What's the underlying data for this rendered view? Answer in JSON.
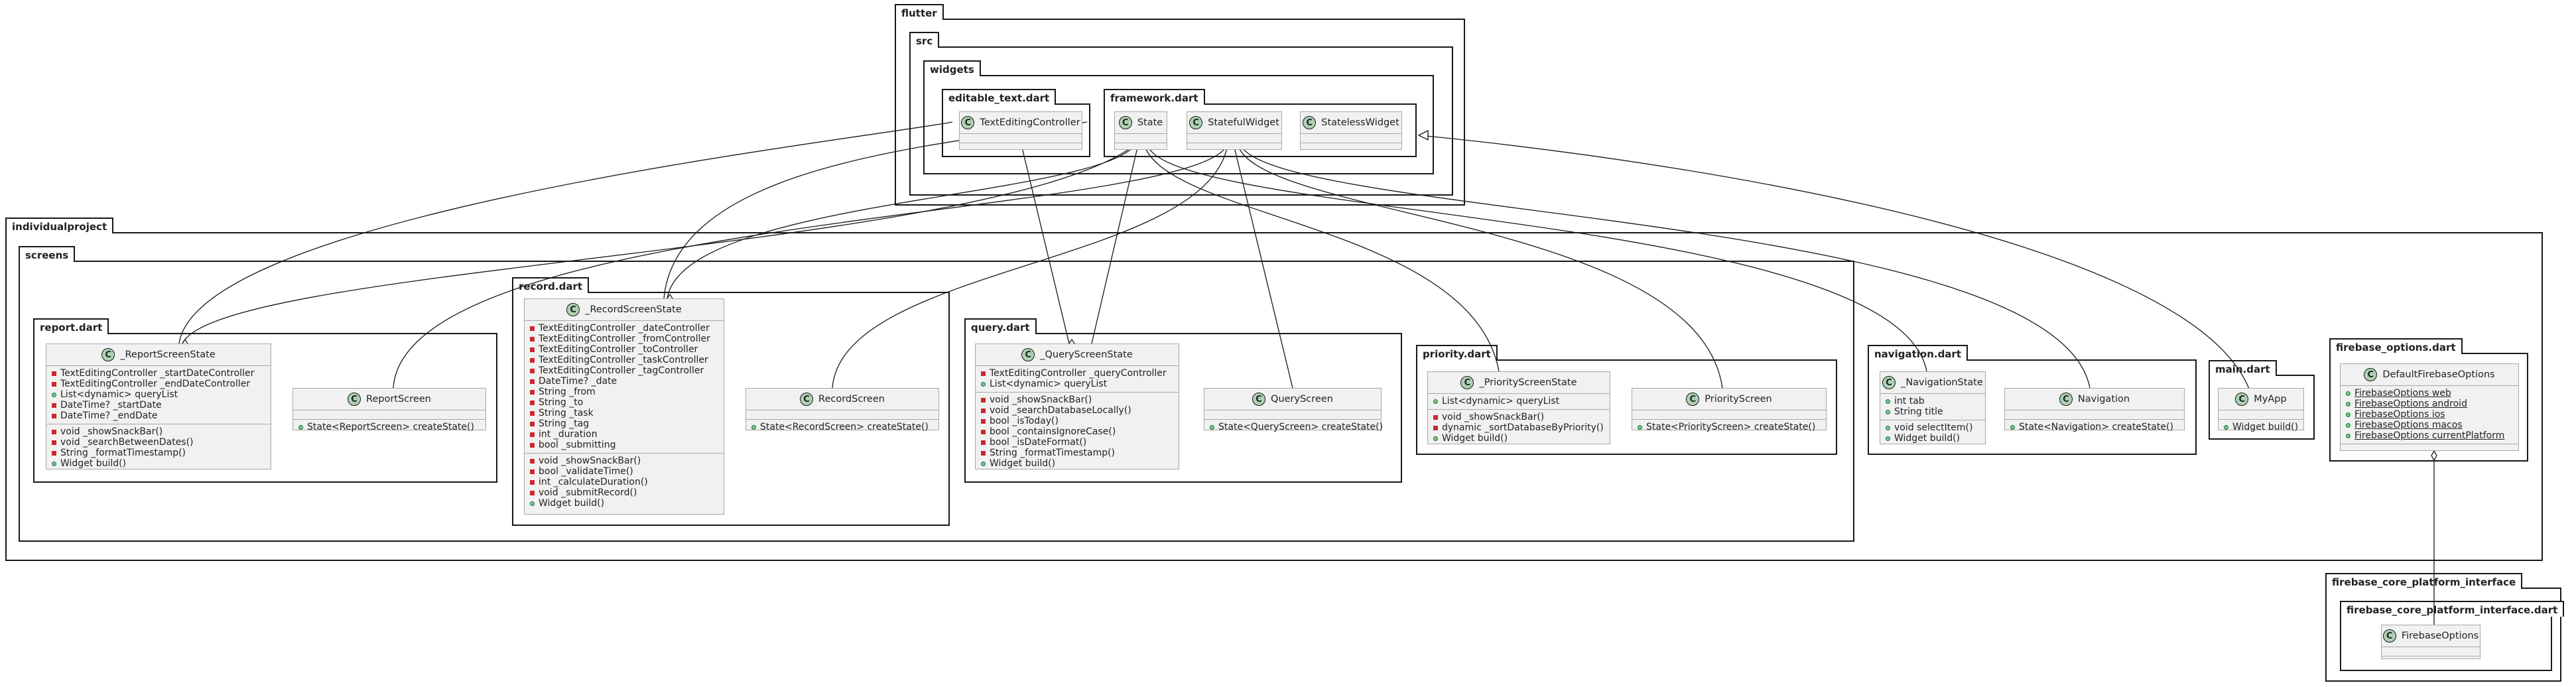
{
  "packages": {
    "flutter": "flutter",
    "src": "src",
    "widgets": "widgets",
    "editable_text": "editable_text.dart",
    "framework": "framework.dart",
    "individualproject": "individualproject",
    "screens": "screens",
    "report": "report.dart",
    "record": "record.dart",
    "query": "query.dart",
    "priority": "priority.dart",
    "navigation": "navigation.dart",
    "main": "main.dart",
    "firebase_options": "firebase_options.dart",
    "fcpi": "firebase_core_platform_interface",
    "fcpi_dart": "firebase_core_platform_interface.dart"
  },
  "classes": {
    "TextEditingController": {
      "name": "TextEditingController"
    },
    "State": {
      "name": "State"
    },
    "StatefulWidget": {
      "name": "StatefulWidget"
    },
    "StatelessWidget": {
      "name": "StatelessWidget"
    },
    "ReportScreenState": {
      "name": "_ReportScreenState",
      "fields": [
        "TextEditingController _startDateController",
        "TextEditingController _endDateController",
        "List<dynamic> queryList",
        "DateTime? _startDate",
        "DateTime? _endDate"
      ],
      "methods": [
        "void _showSnackBar()",
        "void _searchBetweenDates()",
        "String _formatTimestamp()",
        "Widget build()"
      ]
    },
    "ReportScreen": {
      "name": "ReportScreen",
      "methods": [
        "State<ReportScreen> createState()"
      ]
    },
    "RecordScreenState": {
      "name": "_RecordScreenState",
      "fields": [
        "TextEditingController _dateController",
        "TextEditingController _fromController",
        "TextEditingController _toController",
        "TextEditingController _taskController",
        "TextEditingController _tagController",
        "DateTime? _date",
        "String _from",
        "String _to",
        "String _task",
        "String _tag",
        "int _duration",
        "bool _submitting"
      ],
      "methods": [
        "void _showSnackBar()",
        "bool _validateTime()",
        "int _calculateDuration()",
        "void _submitRecord()",
        "Widget build()"
      ]
    },
    "RecordScreen": {
      "name": "RecordScreen",
      "methods": [
        "State<RecordScreen> createState()"
      ]
    },
    "QueryScreenState": {
      "name": "_QueryScreenState",
      "fields": [
        "TextEditingController _queryController",
        "List<dynamic> queryList"
      ],
      "methods": [
        "void _showSnackBar()",
        "void _searchDatabaseLocally()",
        "bool _isToday()",
        "bool _containsIgnoreCase()",
        "bool _isDateFormat()",
        "String _formatTimestamp()",
        "Widget build()"
      ]
    },
    "QueryScreen": {
      "name": "QueryScreen",
      "methods": [
        "State<QueryScreen> createState()"
      ]
    },
    "PriorityScreenState": {
      "name": "_PriorityScreenState",
      "fields": [
        "List<dynamic> queryList"
      ],
      "methods": [
        "void _showSnackBar()",
        "dynamic _sortDatabaseByPriority()",
        "Widget build()"
      ]
    },
    "PriorityScreen": {
      "name": "PriorityScreen",
      "methods": [
        "State<PriorityScreen> createState()"
      ]
    },
    "NavigationState": {
      "name": "_NavigationState",
      "fields": [
        "int tab",
        "String title"
      ],
      "methods": [
        "void selectItem()",
        "Widget build()"
      ]
    },
    "Navigation": {
      "name": "Navigation",
      "methods": [
        "State<Navigation> createState()"
      ]
    },
    "MyApp": {
      "name": "MyApp",
      "methods": [
        "Widget build()"
      ]
    },
    "DefaultFirebaseOptions": {
      "name": "DefaultFirebaseOptions",
      "fields": [
        "FirebaseOptions web",
        "FirebaseOptions android",
        "FirebaseOptions ios",
        "FirebaseOptions macos",
        "FirebaseOptions currentPlatform"
      ]
    },
    "FirebaseOptions": {
      "name": "FirebaseOptions"
    }
  },
  "class_icon_letter": "C",
  "colors": {
    "line": "#181818",
    "class_bg": "#f1f1f1",
    "class_border": "#a8a8a8",
    "icon_bg": "#add1b2",
    "private": "#c82930",
    "public": "#84be84"
  }
}
